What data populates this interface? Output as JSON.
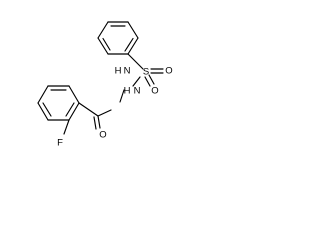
{
  "molecule": {
    "atoms": {
      "fluorine": "F",
      "carbonyl_oxygen": "O",
      "amide_nitrogen": "N",
      "amide_hydrogen": "H",
      "sulfonyl_nitrogen": "N",
      "sulfonyl_hydrogen": "H",
      "sulfur": "S",
      "sulfonyl_oxygen_1": "O",
      "sulfonyl_oxygen_2": "O"
    }
  }
}
